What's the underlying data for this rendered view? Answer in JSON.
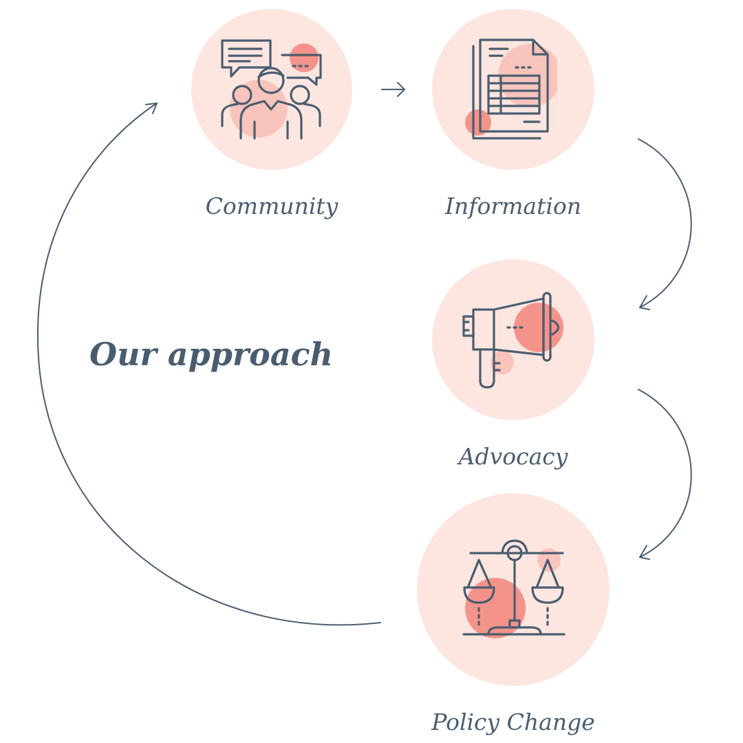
{
  "heading": "Our approach",
  "steps": [
    {
      "label": "Community",
      "icon": "community-icon"
    },
    {
      "label": "Information",
      "icon": "document-icon"
    },
    {
      "label": "Advocacy",
      "icon": "megaphone-icon"
    },
    {
      "label": "Policy Change",
      "icon": "scales-icon"
    }
  ],
  "colors": {
    "stroke": "#4a5d70",
    "circle_fill": "#fde6e0",
    "accent": "#f4938a",
    "accent_light": "#f9c4bb"
  }
}
